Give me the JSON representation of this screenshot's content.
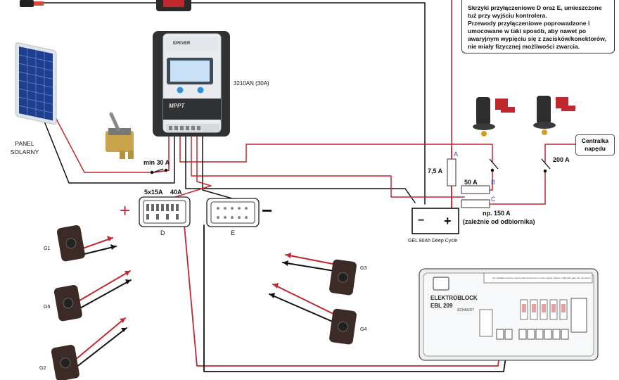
{
  "note": {
    "line1": "Skrzyki przyłączeniowe D oraz E, umieszczone tuż przy wyjściu kontrolera.",
    "line2": "Przewody przyłączeniowe poprowadzone i umocowane w taki sposób, aby nawet po awaryjnym wypięciu się z zacisków/konektorów, nie miały fizycznej możliwości zwarcia."
  },
  "labels": {
    "panel": "PANEL SOLARNY",
    "controller_model": "3210AN (30A)",
    "controller_brand": "EPEVER",
    "controller_type": "MPPT",
    "switch": "min 30 A",
    "box_d_spec_count": "5x15A",
    "box_d_spec_amps": "40A",
    "box_d": "D",
    "box_e": "E",
    "plus": "+",
    "minus": "−",
    "fuse_a": "A",
    "fuse_a_amps": "7,5 A",
    "fuse_b": "B",
    "fuse_b_amps": "50 A",
    "fuse_c": "C",
    "fuse_c_amps": "np. 150 A",
    "fuse_c_note": "(zależnie od odbiornika)",
    "fuse_200": "200 A",
    "centralka": "Centralka napędu",
    "battery_minus": "−",
    "battery_plus": "+",
    "battery": "GEL 80Ah Deep Cycle",
    "g1": "G1",
    "g2": "G2",
    "g3": "G3",
    "g4": "G4",
    "g5": "G5",
    "eblock_title": "ELEKTROBLOCK",
    "eblock_model": "EBL 209",
    "eblock_warning": "For installation device must be disconnected from mains supply. Caution / Risk side gate / Do not touch !",
    "eblock_brand": "SCHAUDT"
  },
  "colors": {
    "red_wire": "#c0282d",
    "black_wire": "#111111",
    "socket_body": "#3b2a26"
  },
  "icons": {
    "solar_panel": "solar-panel-icon",
    "controller": "charge-controller-icon",
    "toggle": "toggle-switch-icon",
    "battery_switch": "battery-disconnect-switch-icon",
    "socket": "usb-socket-icon",
    "fuse_box": "fuse-box-icon",
    "distribution_unit": "electroblock-icon"
  }
}
